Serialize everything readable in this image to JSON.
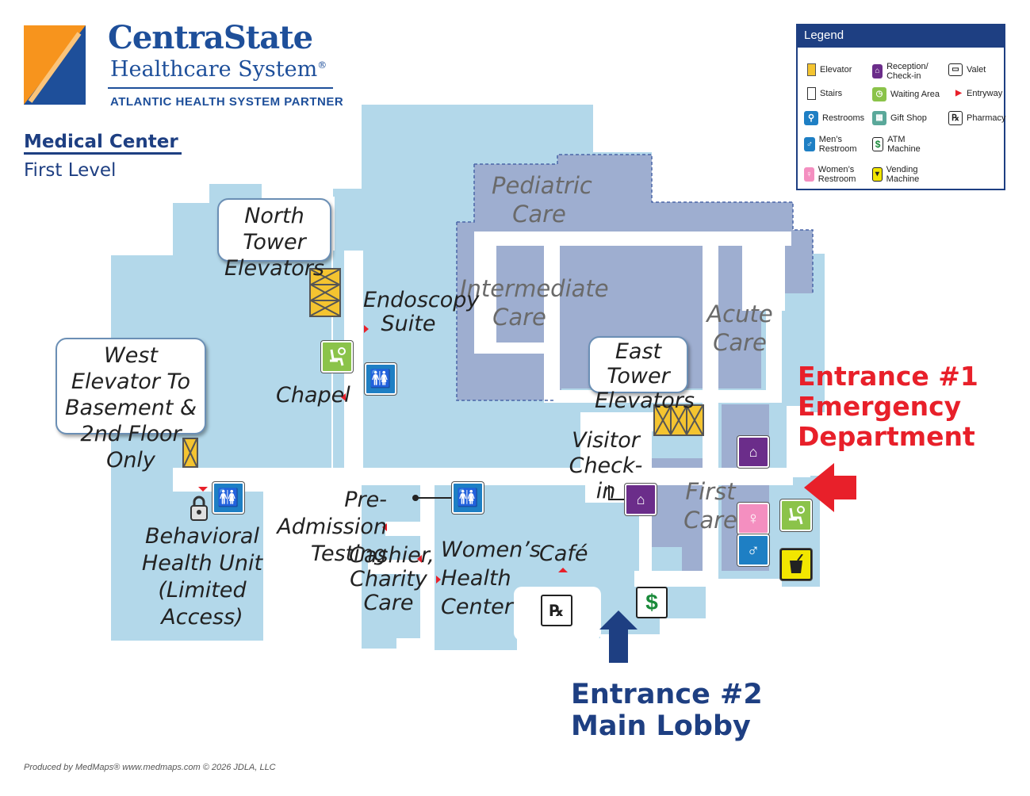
{
  "brand": {
    "name": "CentraState",
    "subname": "Healthcare System",
    "registered": "®",
    "partner": "ATLANTIC HEALTH SYSTEM PARTNER"
  },
  "map": {
    "title": "Medical Center",
    "level": "First Level"
  },
  "legend": {
    "title": "Legend",
    "items": [
      {
        "icon": "elevator-icon",
        "label": "Elevator"
      },
      {
        "icon": "stairs-icon",
        "label": "Stairs"
      },
      {
        "icon": "restrooms-icon",
        "label": "Restrooms"
      },
      {
        "icon": "mens-restroom-icon",
        "label": "Men’s Restroom"
      },
      {
        "icon": "womens-restroom-icon",
        "label": "Women’s Restroom"
      },
      {
        "icon": "reception-icon",
        "label": "Reception/ Check-in"
      },
      {
        "icon": "waiting-area-icon",
        "label": "Waiting Area"
      },
      {
        "icon": "gift-shop-icon",
        "label": "Gift Shop"
      },
      {
        "icon": "atm-icon",
        "label": "ATM Machine"
      },
      {
        "icon": "vending-icon",
        "label": "Vending Machine"
      },
      {
        "icon": "valet-icon",
        "label": "Valet"
      },
      {
        "icon": "entryway-icon",
        "label": "Entryway"
      },
      {
        "icon": "pharmacy-icon",
        "label": "Pharmacy"
      }
    ]
  },
  "callouts": {
    "north_tower": "North Tower Elevators",
    "west_elevator": "West Elevator To Basement & 2nd Floor Only",
    "east_tower": "East Tower Elevators"
  },
  "departments": {
    "pediatric": "Pediatric Care",
    "intermediate": "Intermediate Care",
    "acute": "Acute Care",
    "first_care": "First Care",
    "endoscopy": "Endoscopy Suite",
    "chapel": "Chapel",
    "pre_admission": "Pre-Admission Testing",
    "cashier": "Cashier, Charity Care",
    "womens_health": "Women’s Health Center",
    "cafe": "Café",
    "visitor_checkin": "Visitor Check-in",
    "behavioral": "Behavioral Health Unit (Limited Access)"
  },
  "entrances": {
    "one": {
      "line1": "Entrance #1",
      "line2": "Emergency",
      "line3": "Department",
      "color": "#e8202a"
    },
    "two": {
      "line1": "Entrance #2",
      "line2": "Main Lobby",
      "color": "#1e3f82"
    }
  },
  "colors": {
    "room": "#b3d8ea",
    "patient_area": "#9eaed0",
    "brand_blue": "#1e4f9a",
    "elevator": "#f4c430",
    "restroom": "#1e7fc4",
    "womens": "#f48fc0",
    "reception": "#6b2d8a",
    "waiting": "#8bc34a",
    "atm": "#1a8a3a",
    "entryway_marker": "#e8202a"
  },
  "footer": "Produced by MedMaps®  www.medmaps.com  © 2026 JDLA, LLC"
}
